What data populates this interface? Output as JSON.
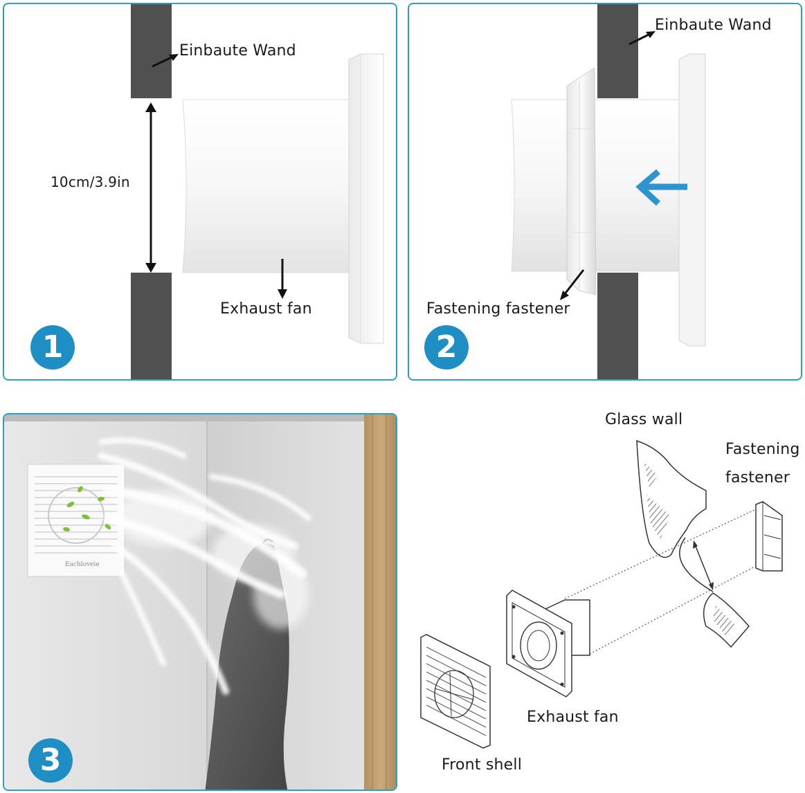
{
  "panel1": {
    "step": "1",
    "wall_label": "Einbaute Wand",
    "dimension_label": "10cm/3.9in",
    "fan_label": "Exhaust fan"
  },
  "panel2": {
    "step": "2",
    "wall_label": "Einbaute Wand",
    "fastener_label": "Fastening fastener"
  },
  "panel3": {
    "step": "3",
    "fan_brand": "Eachloveie"
  },
  "panel4": {
    "glass_wall": "Glass wall",
    "fastener_line1": "Fastening",
    "fastener_line2": "fastener",
    "fan_label": "Exhaust fan",
    "shell_label": "Front shell"
  },
  "colors": {
    "frame": "#2a9fc6",
    "badge": "#1f8ec4",
    "wall": "#505050",
    "arrow": "#2f93d0"
  }
}
